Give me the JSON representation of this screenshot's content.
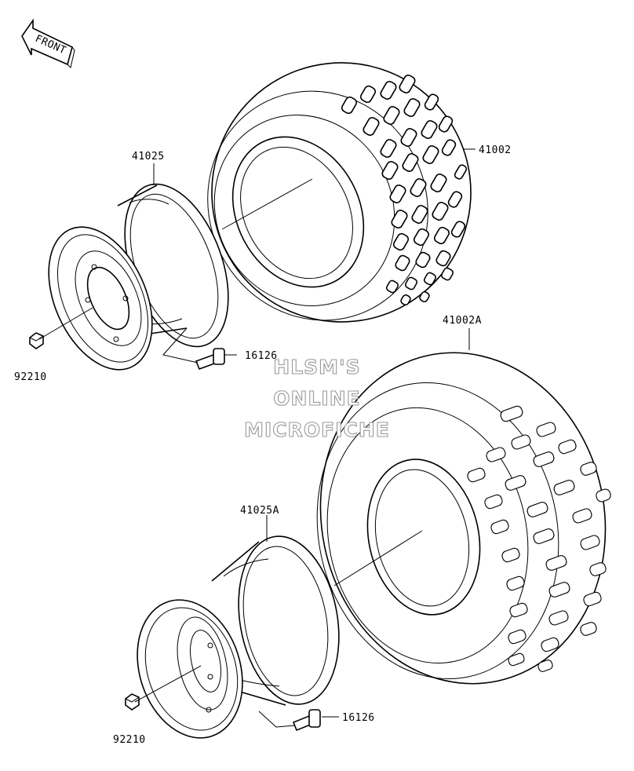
{
  "diagram": {
    "front_label": "FRONT",
    "parts": {
      "tire_front": "41002",
      "tire_rear": "41002A",
      "wheel_front": "41025",
      "wheel_rear": "41025A",
      "valve_front": "16126",
      "valve_rear": "16126",
      "nut_front": "92210",
      "nut_rear": "92210"
    },
    "watermark": [
      "HLSM'S",
      "ONLINE",
      "MICROFICHE"
    ]
  }
}
